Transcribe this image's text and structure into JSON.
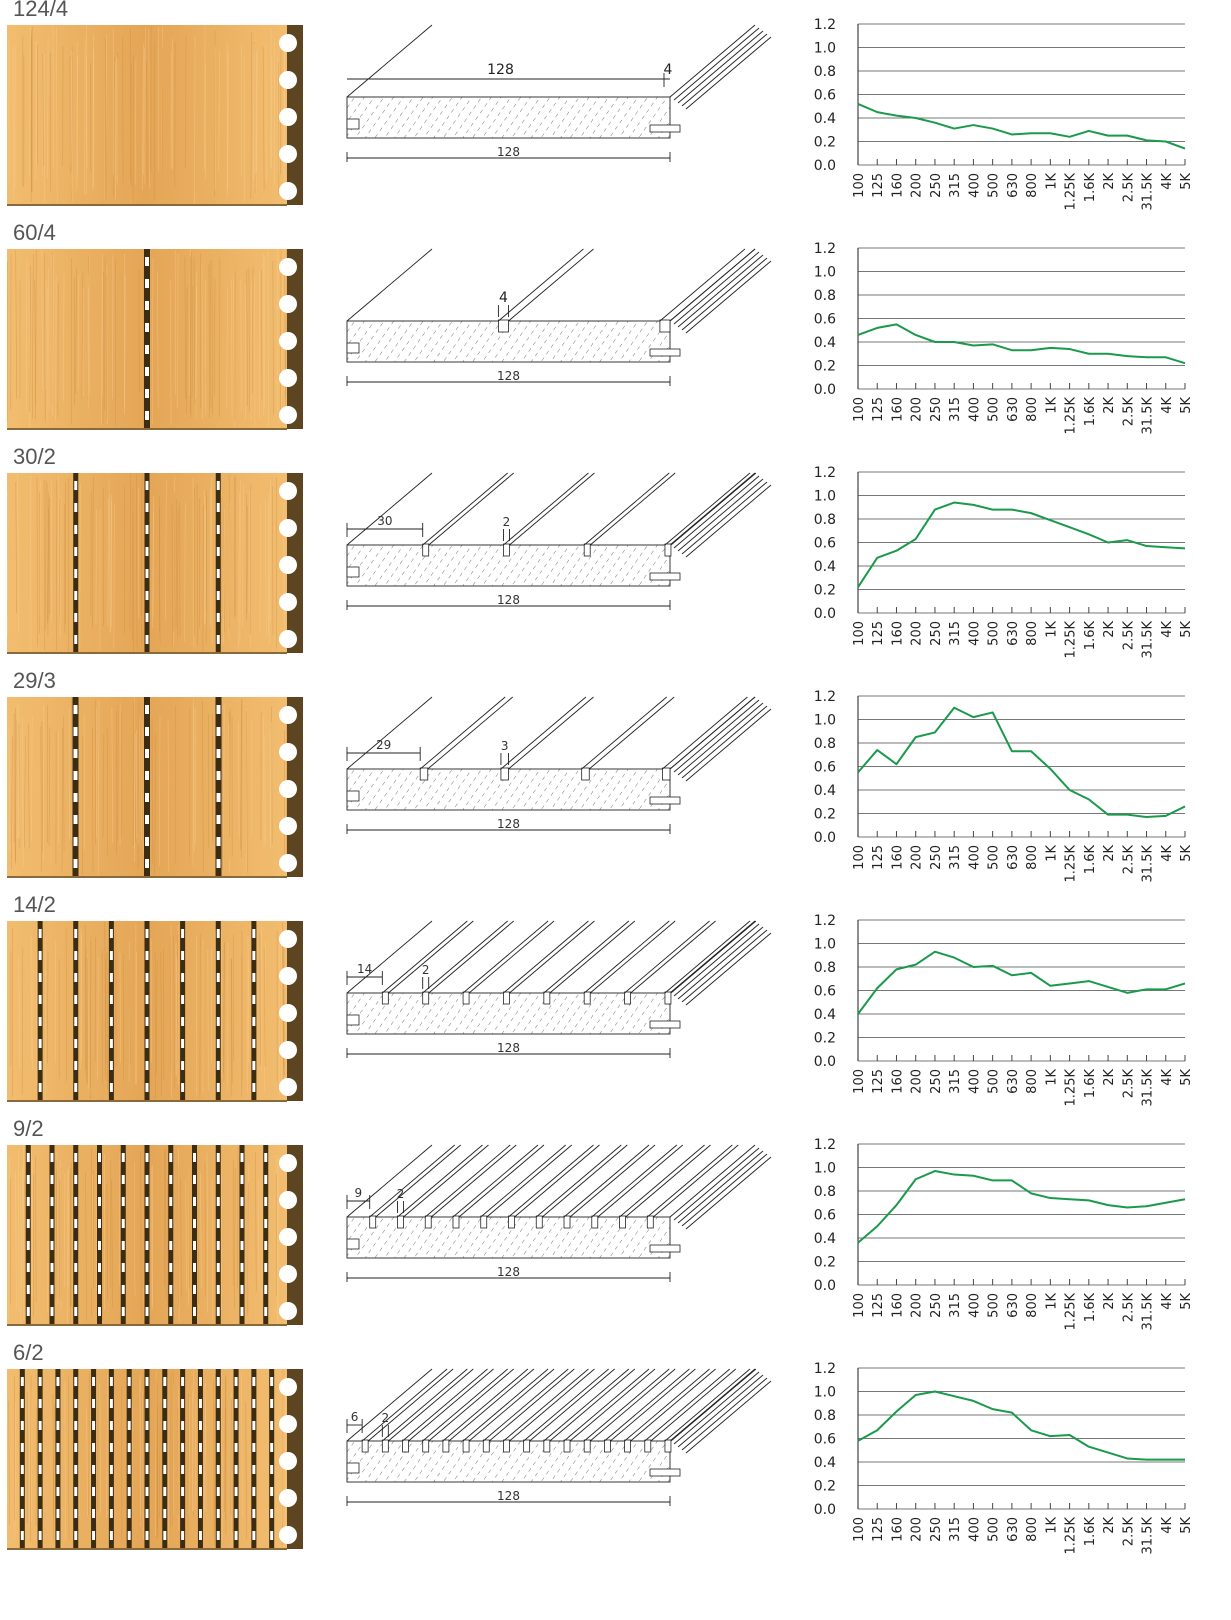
{
  "colors": {
    "wood_light": "#f2bd70",
    "wood_dark": "#e4a556",
    "slot": "#3b2c12",
    "curve": "#1a9a4a",
    "grid": "#777777"
  },
  "x_labels": [
    "100",
    "125",
    "160",
    "200",
    "250",
    "315",
    "400",
    "500",
    "630",
    "800",
    "1K",
    "1.25K",
    "1.6K",
    "2K",
    "2.5K",
    "31.5K",
    "4K",
    "5K"
  ],
  "chart_data": [
    {
      "type": "line",
      "title": "124/4",
      "x": [
        "100",
        "125",
        "160",
        "200",
        "250",
        "315",
        "400",
        "500",
        "630",
        "800",
        "1K",
        "1.25K",
        "1.6K",
        "2K",
        "2.5K",
        "31.5K",
        "4K",
        "5K"
      ],
      "ylim": [
        0,
        1.2
      ],
      "yticks": [
        "0.0",
        "0.2",
        "0.4",
        "0.6",
        "0.8",
        "1.0",
        "1.2"
      ],
      "values": [
        0.52,
        0.45,
        0.42,
        0.4,
        0.36,
        0.31,
        0.34,
        0.31,
        0.26,
        0.27,
        0.27,
        0.24,
        0.29,
        0.25,
        0.25,
        0.21,
        0.2,
        0.14
      ]
    },
    {
      "type": "line",
      "title": "60/4",
      "x": [
        "100",
        "125",
        "160",
        "200",
        "250",
        "315",
        "400",
        "500",
        "630",
        "800",
        "1K",
        "1.25K",
        "1.6K",
        "2K",
        "2.5K",
        "31.5K",
        "4K",
        "5K"
      ],
      "ylim": [
        0,
        1.2
      ],
      "yticks": [
        "0.0",
        "0.2",
        "0.4",
        "0.6",
        "0.8",
        "1.0",
        "1.2"
      ],
      "values": [
        0.46,
        0.52,
        0.55,
        0.46,
        0.4,
        0.4,
        0.37,
        0.38,
        0.33,
        0.33,
        0.35,
        0.34,
        0.3,
        0.3,
        0.28,
        0.27,
        0.27,
        0.22
      ]
    },
    {
      "type": "line",
      "title": "30/2",
      "x": [
        "100",
        "125",
        "160",
        "200",
        "250",
        "315",
        "400",
        "500",
        "630",
        "800",
        "1K",
        "1.25K",
        "1.6K",
        "2K",
        "2.5K",
        "31.5K",
        "4K",
        "5K"
      ],
      "ylim": [
        0,
        1.2
      ],
      "yticks": [
        "0.0",
        "0.2",
        "0.4",
        "0.6",
        "0.8",
        "1.0",
        "1.2"
      ],
      "values": [
        0.22,
        0.47,
        0.53,
        0.63,
        0.88,
        0.94,
        0.92,
        0.88,
        0.88,
        0.85,
        0.79,
        0.73,
        0.67,
        0.6,
        0.62,
        0.57,
        0.56,
        0.55
      ]
    },
    {
      "type": "line",
      "title": "29/3",
      "x": [
        "100",
        "125",
        "160",
        "200",
        "250",
        "315",
        "400",
        "500",
        "630",
        "800",
        "1K",
        "1.25K",
        "1.6K",
        "2K",
        "2.5K",
        "31.5K",
        "4K",
        "5K"
      ],
      "ylim": [
        0,
        1.2
      ],
      "yticks": [
        "0.0",
        "0.2",
        "0.4",
        "0.6",
        "0.8",
        "1.0",
        "1.2"
      ],
      "values": [
        0.55,
        0.74,
        0.62,
        0.85,
        0.89,
        1.1,
        1.02,
        1.06,
        0.73,
        0.73,
        0.58,
        0.4,
        0.32,
        0.19,
        0.19,
        0.17,
        0.18,
        0.26
      ]
    },
    {
      "type": "line",
      "title": "14/2",
      "x": [
        "100",
        "125",
        "160",
        "200",
        "250",
        "315",
        "400",
        "500",
        "630",
        "800",
        "1K",
        "1.25K",
        "1.6K",
        "2K",
        "2.5K",
        "31.5K",
        "4K",
        "5K"
      ],
      "ylim": [
        0,
        1.2
      ],
      "yticks": [
        "0.0",
        "0.2",
        "0.4",
        "0.6",
        "0.8",
        "1.0",
        "1.2"
      ],
      "values": [
        0.4,
        0.62,
        0.78,
        0.82,
        0.93,
        0.88,
        0.8,
        0.81,
        0.73,
        0.75,
        0.64,
        0.66,
        0.68,
        0.63,
        0.58,
        0.61,
        0.61,
        0.66
      ]
    },
    {
      "type": "line",
      "title": "9/2",
      "x": [
        "100",
        "125",
        "160",
        "200",
        "250",
        "315",
        "400",
        "500",
        "630",
        "800",
        "1K",
        "1.25K",
        "1.6K",
        "2K",
        "2.5K",
        "31.5K",
        "4K",
        "5K"
      ],
      "ylim": [
        0,
        1.2
      ],
      "yticks": [
        "0.0",
        "0.2",
        "0.4",
        "0.6",
        "0.8",
        "1.0",
        "1.2"
      ],
      "values": [
        0.36,
        0.5,
        0.68,
        0.9,
        0.97,
        0.94,
        0.93,
        0.89,
        0.89,
        0.78,
        0.74,
        0.73,
        0.72,
        0.68,
        0.66,
        0.67,
        0.7,
        0.73
      ]
    },
    {
      "type": "line",
      "title": "6/2",
      "x": [
        "100",
        "125",
        "160",
        "200",
        "250",
        "315",
        "400",
        "500",
        "630",
        "800",
        "1K",
        "1.25K",
        "1.6K",
        "2K",
        "2.5K",
        "31.5K",
        "4K",
        "5K"
      ],
      "ylim": [
        0,
        1.2
      ],
      "yticks": [
        "0.0",
        "0.2",
        "0.4",
        "0.6",
        "0.8",
        "1.0",
        "1.2"
      ],
      "values": [
        0.58,
        0.67,
        0.83,
        0.97,
        1.0,
        0.96,
        0.92,
        0.85,
        0.82,
        0.67,
        0.62,
        0.63,
        0.53,
        0.48,
        0.43,
        0.42,
        0.42,
        0.42
      ]
    }
  ],
  "rows": [
    {
      "label": "124/4",
      "strips": 1,
      "strip_mm": 124,
      "gap_mm": 4,
      "strip_dim": "128",
      "gap_dim": "4",
      "bottom_dim": "128"
    },
    {
      "label": "60/4",
      "strips": 2,
      "strip_mm": 60,
      "gap_mm": 4,
      "strip_dim": null,
      "gap_dim": "4",
      "bottom_dim": "128"
    },
    {
      "label": "30/2",
      "strips": 4,
      "strip_mm": 30,
      "gap_mm": 2,
      "strip_dim": "30",
      "gap_dim": "2",
      "bottom_dim": "128"
    },
    {
      "label": "29/3",
      "strips": 4,
      "strip_mm": 29,
      "gap_mm": 3,
      "strip_dim": "29",
      "gap_dim": "3",
      "bottom_dim": "128"
    },
    {
      "label": "14/2",
      "strips": 8,
      "strip_mm": 14,
      "gap_mm": 2,
      "strip_dim": "14",
      "gap_dim": "2",
      "bottom_dim": "128"
    },
    {
      "label": "9/2",
      "strips": 12,
      "strip_mm": 9,
      "gap_mm": 2,
      "strip_dim": "9",
      "gap_dim": "2",
      "bottom_dim": "128"
    },
    {
      "label": "6/2",
      "strips": 16,
      "strip_mm": 6,
      "gap_mm": 2,
      "strip_dim": "6",
      "gap_dim": "2",
      "bottom_dim": "128"
    }
  ]
}
